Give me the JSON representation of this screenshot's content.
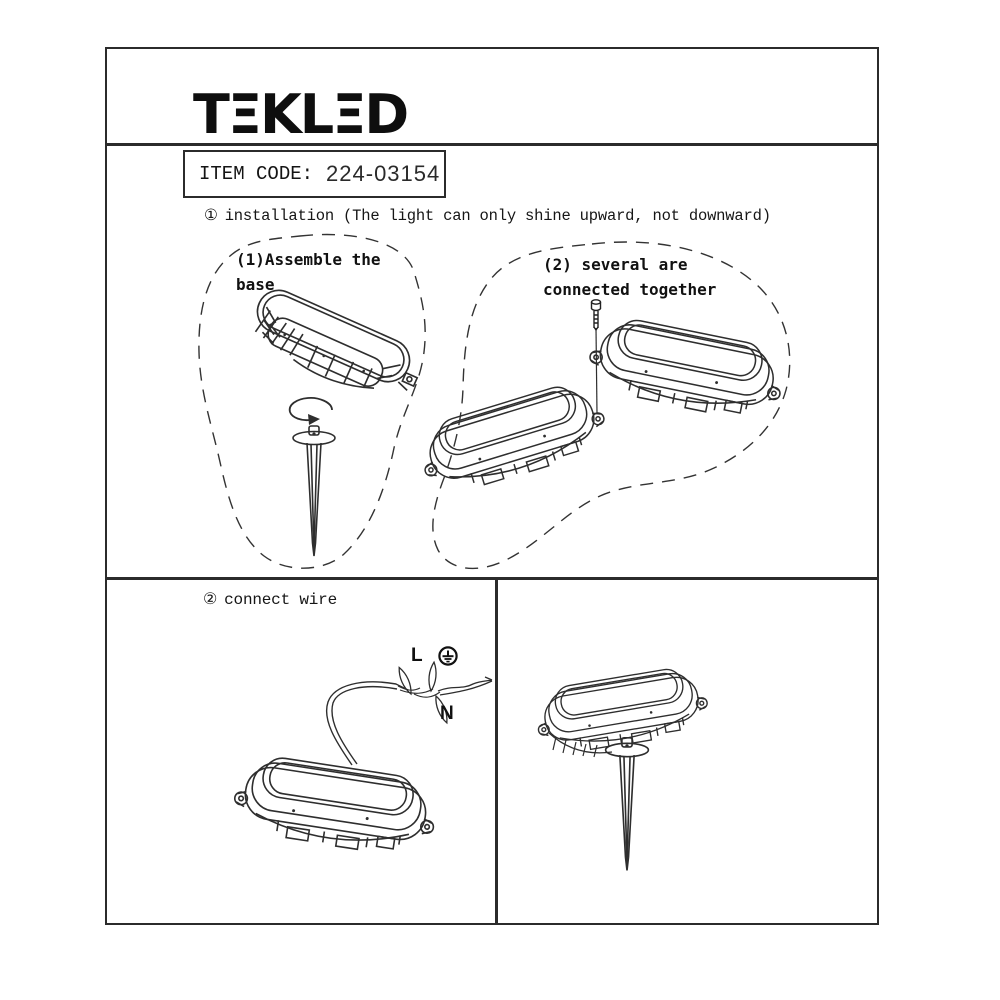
{
  "colors": {
    "ink": "#161616",
    "line": "#2e2e2e",
    "border": "#2b2b2b",
    "background": "#ffffff"
  },
  "brand": {
    "logo_text": "TΞKLΞD"
  },
  "item_code": {
    "label": "ITEM CODE:",
    "value": "224-03154"
  },
  "step1": {
    "number": "①",
    "title": "installation (The light can only shine upward, not downward)",
    "panel1": {
      "line1": "(1)Assemble the",
      "line2": "base"
    },
    "panel2": {
      "line1": "(2) several are",
      "line2": "connected together"
    }
  },
  "step2": {
    "number": "②",
    "title": "connect wire"
  },
  "wiring": {
    "live": "L",
    "neutral": "N",
    "earth_symbol": "earth-ground-symbol"
  },
  "icons": {
    "rotate": "rotate-arrow-icon",
    "earth": "earth-ground-icon"
  }
}
